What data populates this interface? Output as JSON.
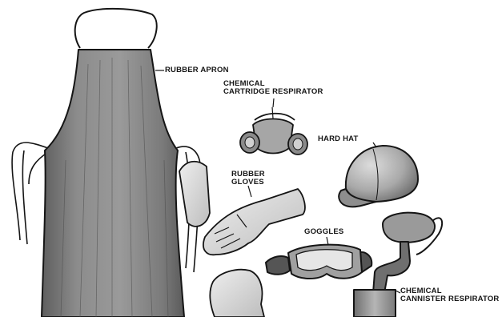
{
  "labels": {
    "rubber_apron": "RUBBER APRON",
    "respirator_line1": "CHEMICAL",
    "respirator_line2": "CARTRIDGE RESPIRATOR",
    "hard_hat": "HARD HAT",
    "gloves_line1": "RUBBER",
    "gloves_line2": "GLOVES",
    "goggles": "GOGGLES",
    "cannister_line1": "CHEMICAL",
    "cannister_line2": "CANNISTER RESPIRATOR"
  },
  "colors": {
    "ink": "#151515",
    "apron_fill": "#8a8a8a",
    "glove_fill": "#d8d8d8",
    "hat_fill": "#b9b9b9",
    "mask_fill": "#a6a6a6",
    "background": "#ffffff"
  }
}
